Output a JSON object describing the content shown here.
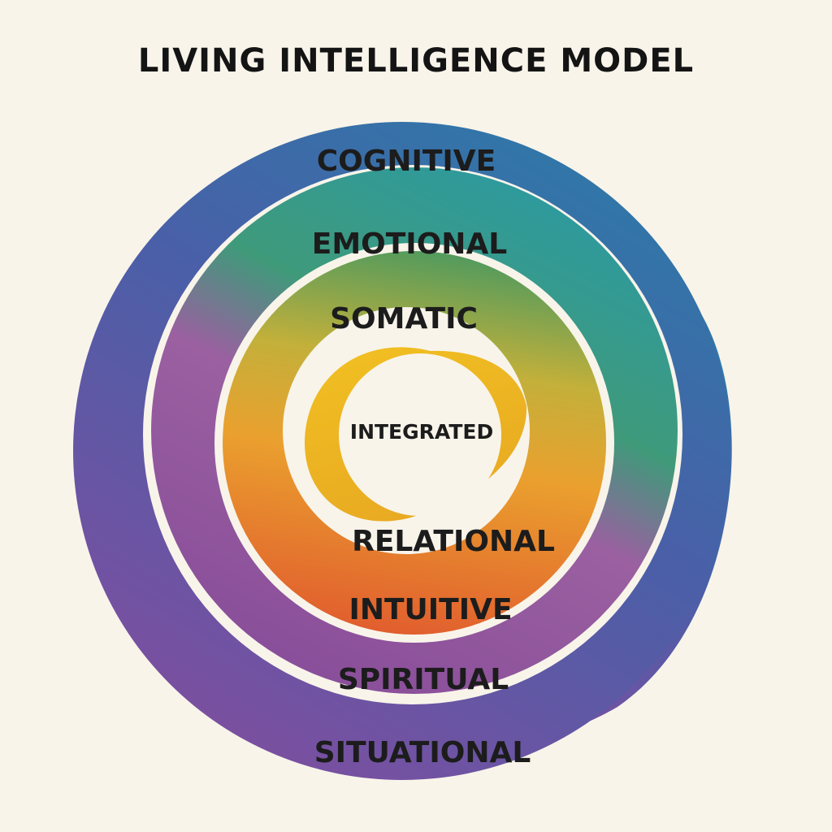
{
  "title": "LIVING INTELLIGENCE MODEL",
  "layers": {
    "cognitive": "COGNITIVE",
    "emotional": "EMOTIONAL",
    "somatic": "SOMATIC",
    "integrated": "INTEGRATED",
    "relational": "RELATIONAL",
    "intuitive": "INTUITIVE",
    "spiritual": "SPIRITUAL",
    "situational": "SITUATIONAL"
  },
  "colors": {
    "background": "#f8f4ea",
    "blue": "#2f6fa3",
    "teal": "#2f9aa0",
    "green": "#4d9a63",
    "yellow": "#e7b52c",
    "orange": "#e8782e",
    "red_orange": "#e15e2e",
    "purple": "#8a4f9a",
    "indigo": "#6a4aa8"
  }
}
